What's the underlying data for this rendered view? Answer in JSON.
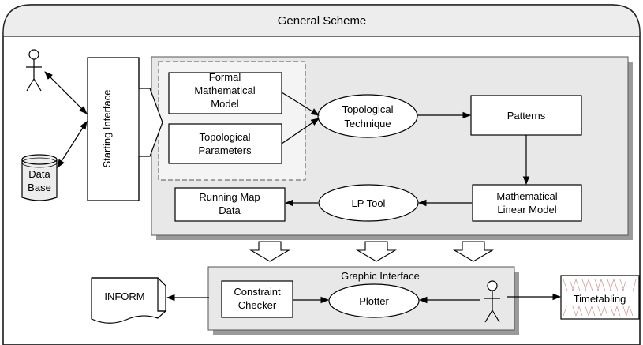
{
  "title": "General Scheme",
  "nodes": {
    "starting_interface": "Starting Interface",
    "data_base": [
      "Data",
      "Base"
    ],
    "formal_model": [
      "Formal",
      "Mathematical",
      "Model"
    ],
    "topo_params": [
      "Topological",
      "Parameters"
    ],
    "topo_technique": [
      "Topological",
      "Technique"
    ],
    "patterns": "Patterns",
    "math_linear_model": [
      "Mathematical",
      "Linear Model"
    ],
    "lp_tool": "LP Tool",
    "running_map": [
      "Running Map",
      "Data"
    ],
    "graphic_interface": "Graphic Interface",
    "constraint_checker": [
      "Constraint",
      "Checker"
    ],
    "plotter": "Plotter",
    "inform": "INFORM",
    "timetabling": "Timetabling"
  },
  "colors": {
    "panel_bg": "#e8e8e8",
    "header_bg": "#ededed",
    "shadow": "#9a9a9a",
    "dashed_bg": "#f4f4f4",
    "timetable_lines": "#d09090"
  }
}
